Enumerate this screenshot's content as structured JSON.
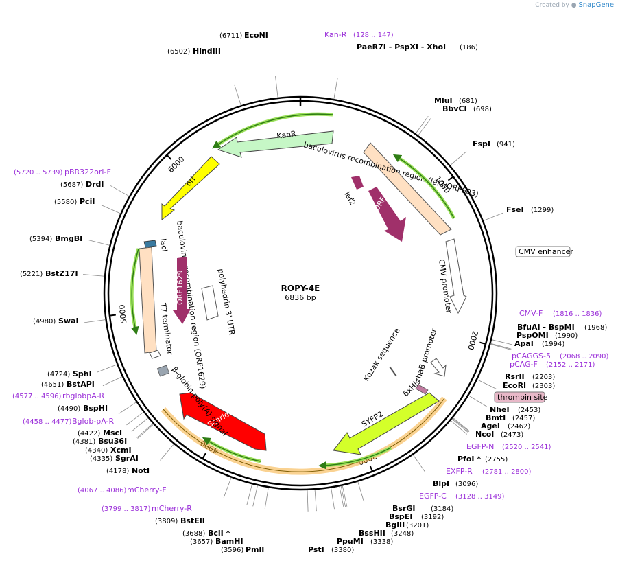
{
  "branding": {
    "created_by": "Created by",
    "app": "SnapGene"
  },
  "plasmid": {
    "name": "ROPY-4E",
    "size_label": "6836 bp",
    "length": 6836
  },
  "ticks": [
    {
      "pos": 1000,
      "label": "1000"
    },
    {
      "pos": 2000,
      "label": "2000"
    },
    {
      "pos": 3000,
      "label": "3000"
    },
    {
      "pos": 4000,
      "label": "4000"
    },
    {
      "pos": 5000,
      "label": "5000"
    },
    {
      "pos": 6000,
      "label": "6000"
    }
  ],
  "sites": [
    {
      "name": "EcoNI",
      "pos": "(6711)",
      "coord": 6711
    },
    {
      "name": "HindIII",
      "pos": "(6502)",
      "coord": 6502
    },
    {
      "name": "PaeR7I  - PspXI  - XhoI",
      "pos": "(186)",
      "coord": 186
    },
    {
      "name": "MluI",
      "pos": "(681)",
      "coord": 681
    },
    {
      "name": "BbvCI",
      "pos": "(698)",
      "coord": 698
    },
    {
      "name": "FspI",
      "pos": "(941)",
      "coord": 941
    },
    {
      "name": "FseI",
      "pos": "(1299)",
      "coord": 1299
    },
    {
      "name": "BfuAI  - BspMI",
      "pos": "(1968)",
      "coord": 1968
    },
    {
      "name": "PspOMI",
      "pos": "(1990)",
      "coord": 1990
    },
    {
      "name": "ApaI",
      "pos": "(1994)",
      "coord": 1994
    },
    {
      "name": "RsrII",
      "pos": "(2203)",
      "coord": 2203
    },
    {
      "name": "EcoRI",
      "pos": "(2303)",
      "coord": 2303
    },
    {
      "name": "NheI",
      "pos": "(2453)",
      "coord": 2453
    },
    {
      "name": "BmtI",
      "pos": "(2457)",
      "coord": 2457
    },
    {
      "name": "AgeI",
      "pos": "(2462)",
      "coord": 2462
    },
    {
      "name": "NcoI",
      "pos": "(2473)",
      "coord": 2473
    },
    {
      "name": "PfoI *",
      "pos": "(2755)",
      "coord": 2755
    },
    {
      "name": "BlpI",
      "pos": "(3096)",
      "coord": 3096
    },
    {
      "name": "BsrGI",
      "pos": "(3184)",
      "coord": 3184
    },
    {
      "name": "BspEI",
      "pos": "(3192)",
      "coord": 3192
    },
    {
      "name": "BglII",
      "pos": "(3201)",
      "coord": 3201
    },
    {
      "name": "BssHII",
      "pos": "(3248)",
      "coord": 3248
    },
    {
      "name": "PpuMI",
      "pos": "(3338)",
      "coord": 3338
    },
    {
      "name": "PstI",
      "pos": "(3380)",
      "coord": 3380
    },
    {
      "name": "PmlI",
      "pos": "(3596)",
      "coord": 3596
    },
    {
      "name": "BamHI",
      "pos": "(3657)",
      "coord": 3657
    },
    {
      "name": "BclI *",
      "pos": "(3688)",
      "coord": 3688
    },
    {
      "name": "BstEII",
      "pos": "(3809)",
      "coord": 3809
    },
    {
      "name": "NotI",
      "pos": "(4178)",
      "coord": 4178
    },
    {
      "name": "SgrAI",
      "pos": "(4335)",
      "coord": 4335
    },
    {
      "name": "XcmI",
      "pos": "(4340)",
      "coord": 4340
    },
    {
      "name": "Bsu36I",
      "pos": "(4381)",
      "coord": 4381
    },
    {
      "name": "MscI",
      "pos": "(4422)",
      "coord": 4422
    },
    {
      "name": "BspHI",
      "pos": "(4490)",
      "coord": 4490
    },
    {
      "name": "BstAPI",
      "pos": "(4651)",
      "coord": 4651
    },
    {
      "name": "SphI",
      "pos": "(4724)",
      "coord": 4724
    },
    {
      "name": "SwaI",
      "pos": "(4980)",
      "coord": 4980
    },
    {
      "name": "BstZ17I",
      "pos": "(5221)",
      "coord": 5221
    },
    {
      "name": "BmgBI",
      "pos": "(5394)",
      "coord": 5394
    },
    {
      "name": "PciI",
      "pos": "(5580)",
      "coord": 5580
    },
    {
      "name": "DrdI",
      "pos": "(5687)",
      "coord": 5687
    }
  ],
  "primers": [
    {
      "name": "Kan-R",
      "range": "(128 .. 147)"
    },
    {
      "name": "CMV-F",
      "range": "(1816 .. 1836)"
    },
    {
      "name": "pCAGGS-5",
      "range": "(2068 .. 2090)"
    },
    {
      "name": "pCAG-F",
      "range": "(2152 .. 2171)"
    },
    {
      "name": "EGFP-N",
      "range": "(2520 .. 2541)"
    },
    {
      "name": "EXFP-R",
      "range": "(2781 .. 2800)"
    },
    {
      "name": "EGFP-C",
      "range": "(3128 .. 3149)"
    },
    {
      "name": "mCherry-F",
      "range": "(4067 .. 4086)"
    },
    {
      "name": "mCherry-R",
      "range": "(3799 .. 3817)"
    },
    {
      "name": "Bglob-pA-R",
      "range": "(4458 .. 4477)"
    },
    {
      "name": "rbglobpA-R",
      "range": "(4577 .. 4596)"
    },
    {
      "name": "pBR322ori-F",
      "range": "(5720 .. 5739)"
    }
  ],
  "features": {
    "kanr": "KanR",
    "ori": "ori",
    "baculo_lef2": "baculovirus recombination region (lef2/ORF603)",
    "lef2": "lef2",
    "orf603": "ORF603",
    "cmv_enhancer": "CMV enhancer",
    "cmv_promoter": "CMV promoter",
    "rhab_promoter": "rhaB promoter",
    "kozak": "Kozak sequence",
    "his": "6xHis",
    "thrombin": "thrombin site",
    "syfp2": "SYFP2",
    "mscarlet": "mScarlet-I",
    "bglobin": "β-globin poly(A) signal",
    "t7term": "T7 terminator",
    "baculo_orf1629": "baculovirus recombination region (ORF1629)",
    "orf1629": "ORF1629",
    "polh": "polyhedrin 3' UTR",
    "lacz": "lacI"
  },
  "colors": {
    "kanr": "#c6f7c6",
    "ori": "#ffff00",
    "baculo": "#ffe0c2",
    "orf": "#a0306a",
    "syfp2": "#d4ff2a",
    "mscarlet": "#ff0000",
    "primer": "#9b30d9",
    "thrombin_fill": "#e8b8c8",
    "green_arrow": "#3a9a1a"
  }
}
